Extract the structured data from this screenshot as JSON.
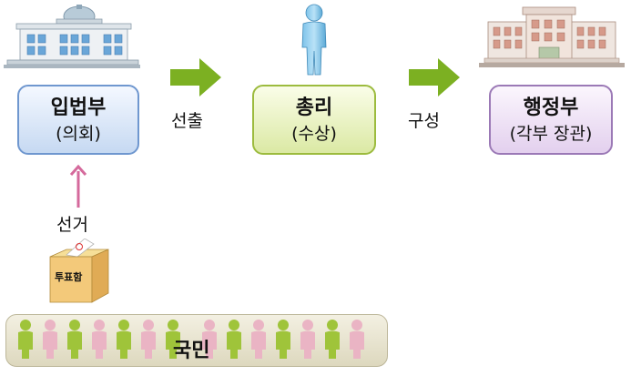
{
  "nodes": {
    "legislature": {
      "title": "입법부",
      "subtitle": "(의회)"
    },
    "prime_minister": {
      "title": "총리",
      "subtitle": "(수상)"
    },
    "executive": {
      "title": "행정부",
      "subtitle": "(각부 장관)"
    }
  },
  "edges": {
    "elect": "선출",
    "form": "구성",
    "vote": "선거"
  },
  "ballot_box": {
    "label": "투표함"
  },
  "people": {
    "label": "국민"
  },
  "colors": {
    "green_arrow": "#7cb022",
    "pink_arrow": "#d56a9c",
    "person_green": "#9fc43a",
    "person_pink": "#eab4c4"
  }
}
